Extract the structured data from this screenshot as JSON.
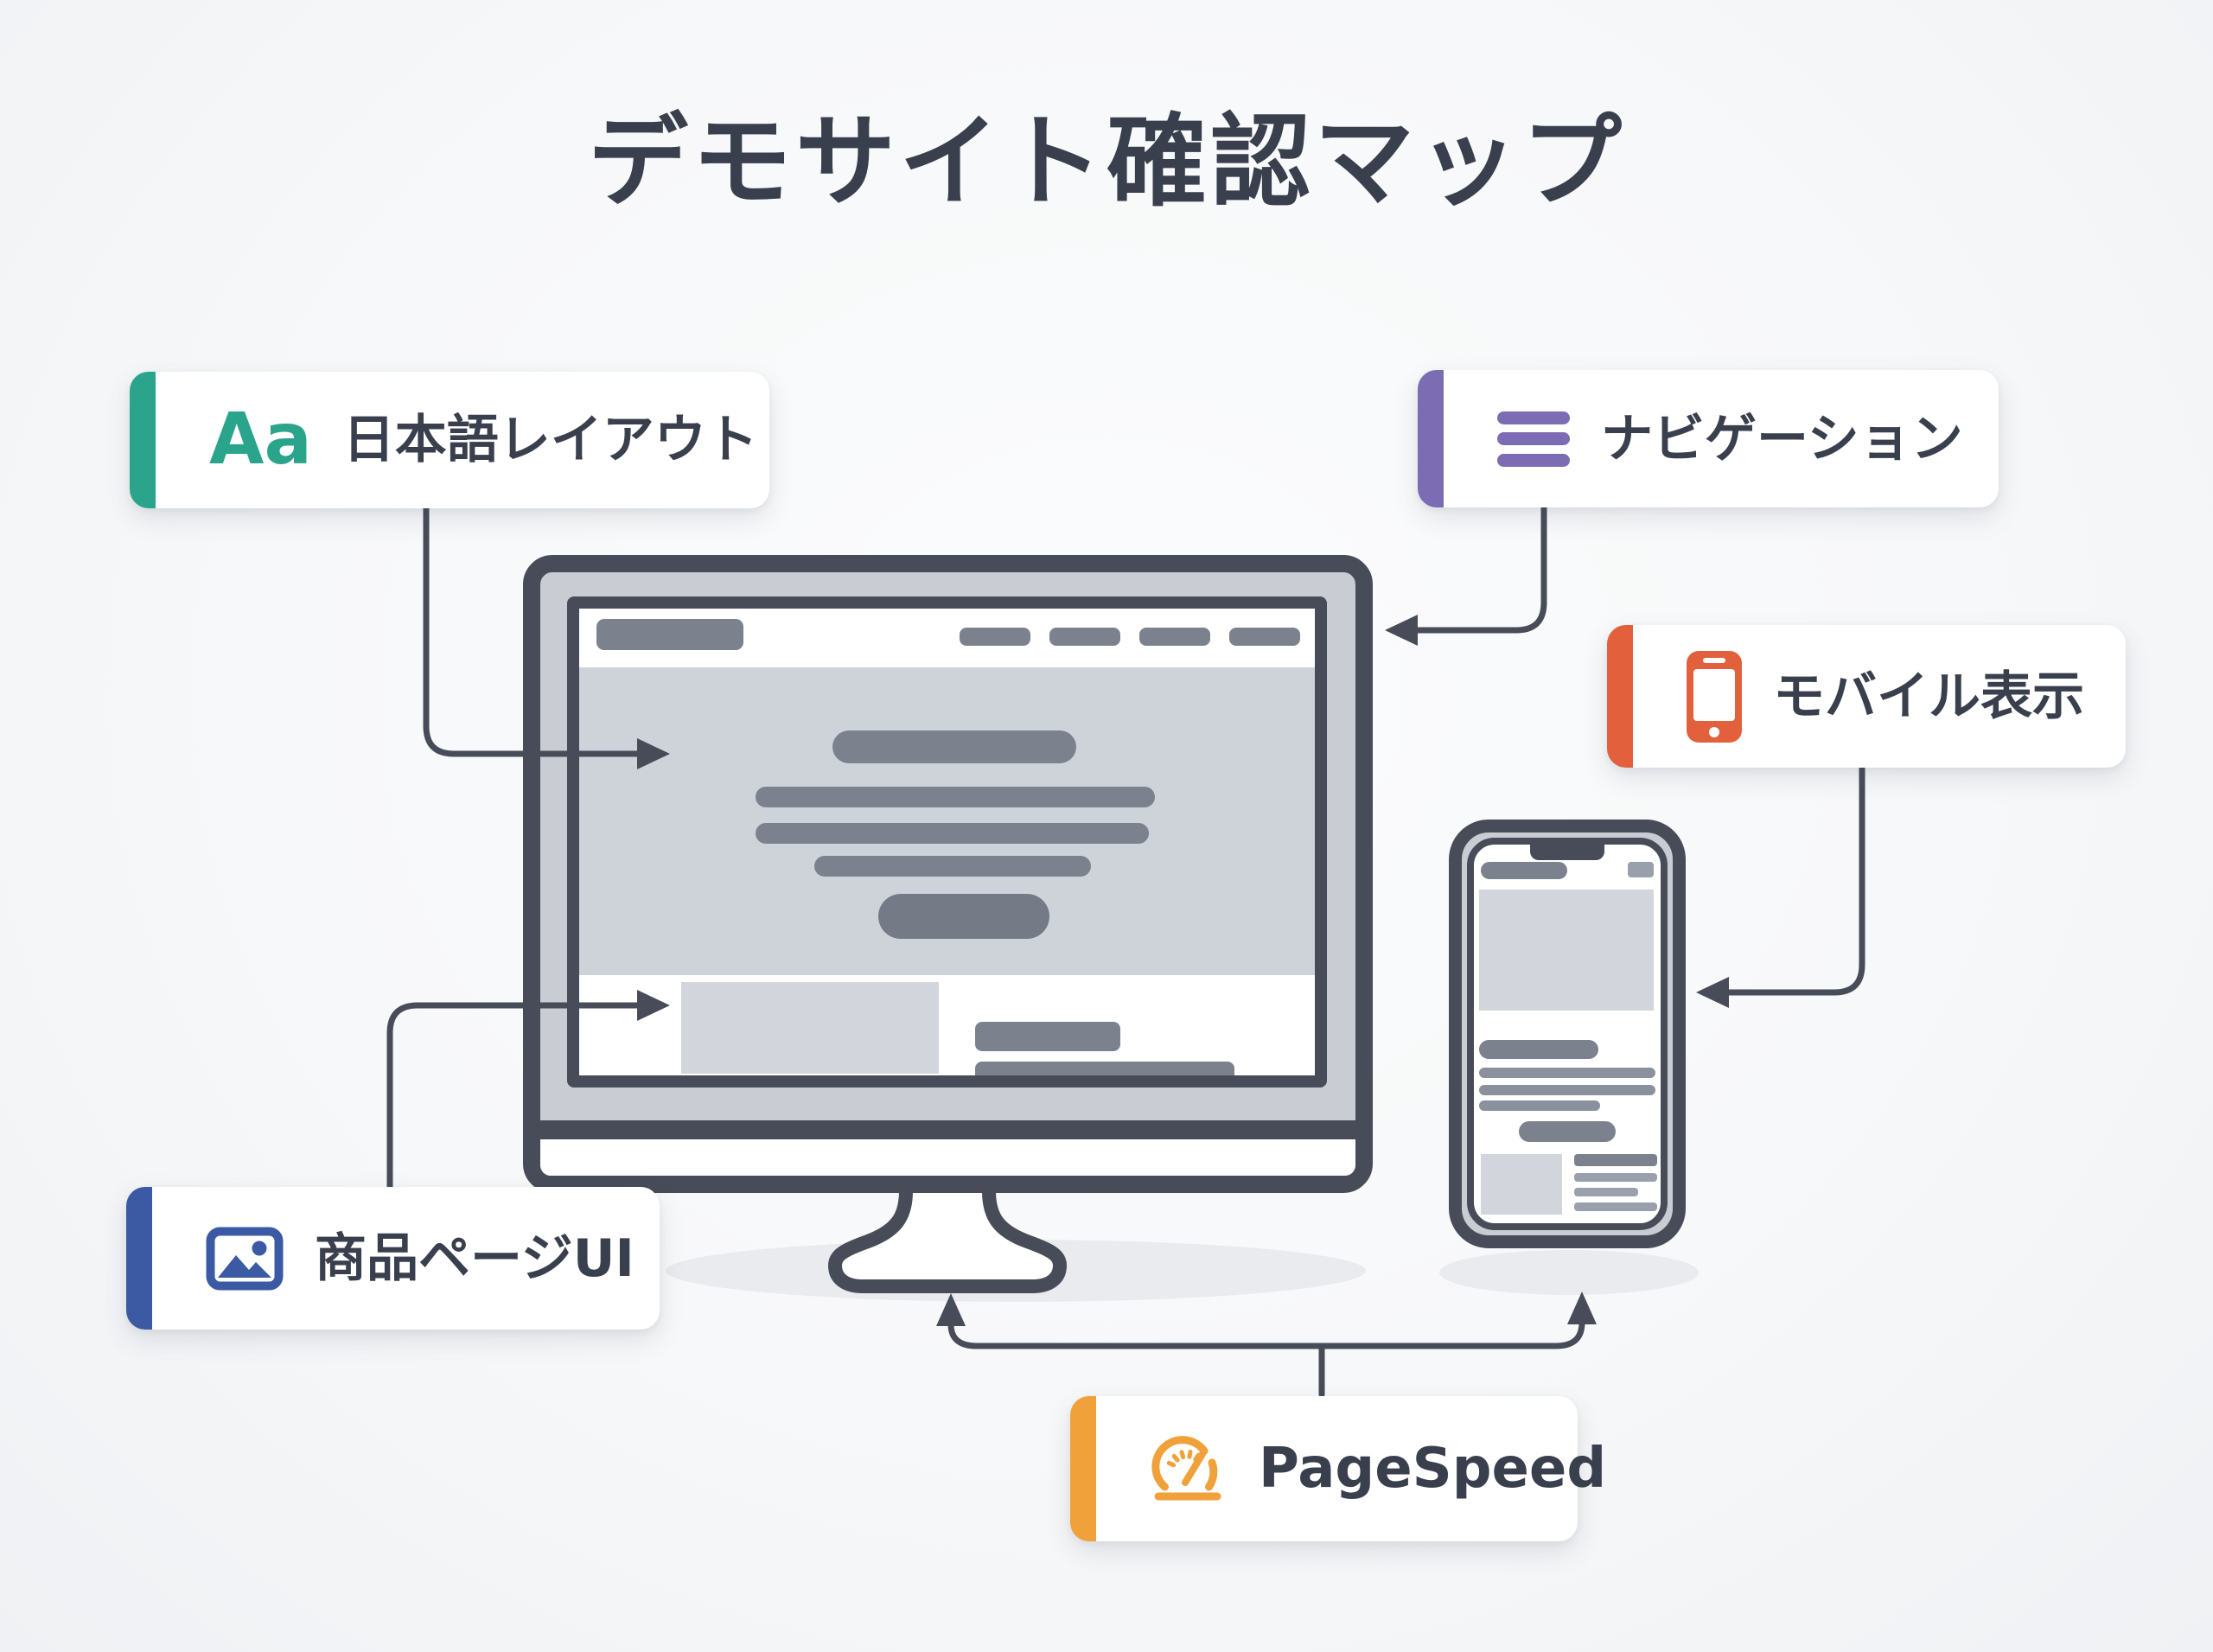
{
  "title": "デモサイト確認マップ",
  "cards": [
    {
      "label": "日本語レイアウト",
      "icon": "typography-icon",
      "icon_text": "Aa",
      "accent": "#2aa58c",
      "points_to": "desktop-hero-content"
    },
    {
      "label": "ナビゲーション",
      "icon": "hamburger-menu-icon",
      "accent": "#7b6cb4",
      "points_to": "desktop-navbar"
    },
    {
      "label": "モバイル表示",
      "icon": "smartphone-icon",
      "accent": "#e2613c",
      "points_to": "smartphone"
    },
    {
      "label": "商品ページUI",
      "icon": "image-icon",
      "accent": "#3b5aa3",
      "points_to": "desktop-product-section"
    },
    {
      "label": "PageSpeed",
      "icon": "speedometer-icon",
      "accent": "#f0a13a",
      "points_to": "desktop-and-smartphone"
    }
  ],
  "colors": {
    "background": "#f7f8f9",
    "ink": "#474c58",
    "title_ink": "#3a3f4d",
    "card_bg": "#ffffff",
    "bezel": "#c9ccd3",
    "hero_bg": "#ced2d9",
    "wire_dark": "#7b818d",
    "wire_mid": "#9aa0ab",
    "wire_light": "#d2d6dc",
    "shadow_ellipse": "#e9ebef"
  }
}
